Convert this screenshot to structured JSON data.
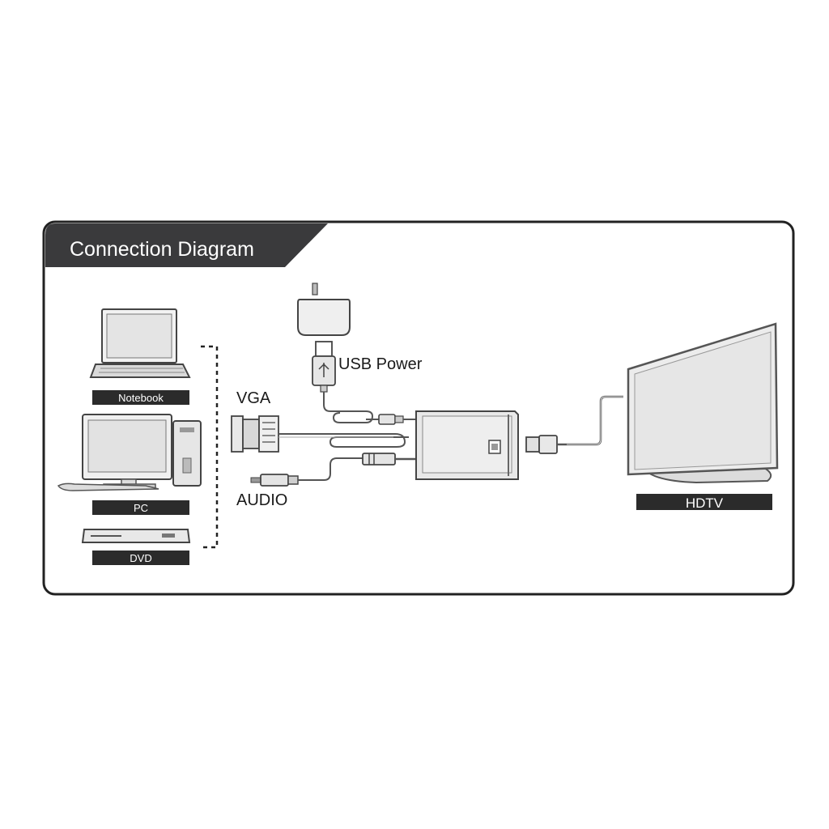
{
  "header": {
    "title": "Connection Diagram"
  },
  "sources": {
    "notebook": "Notebook",
    "pc": "PC",
    "dvd": "DVD"
  },
  "connections": {
    "vga": "VGA",
    "audio": "AUDIO",
    "usb_power": "USB Power"
  },
  "output": {
    "hdtv": "HDTV"
  },
  "colors": {
    "frame": "#222222",
    "header_bg": "#3a3a3c",
    "label_bg": "#2b2b2b",
    "device_fill": "#ececec",
    "device_stroke": "#555555"
  }
}
